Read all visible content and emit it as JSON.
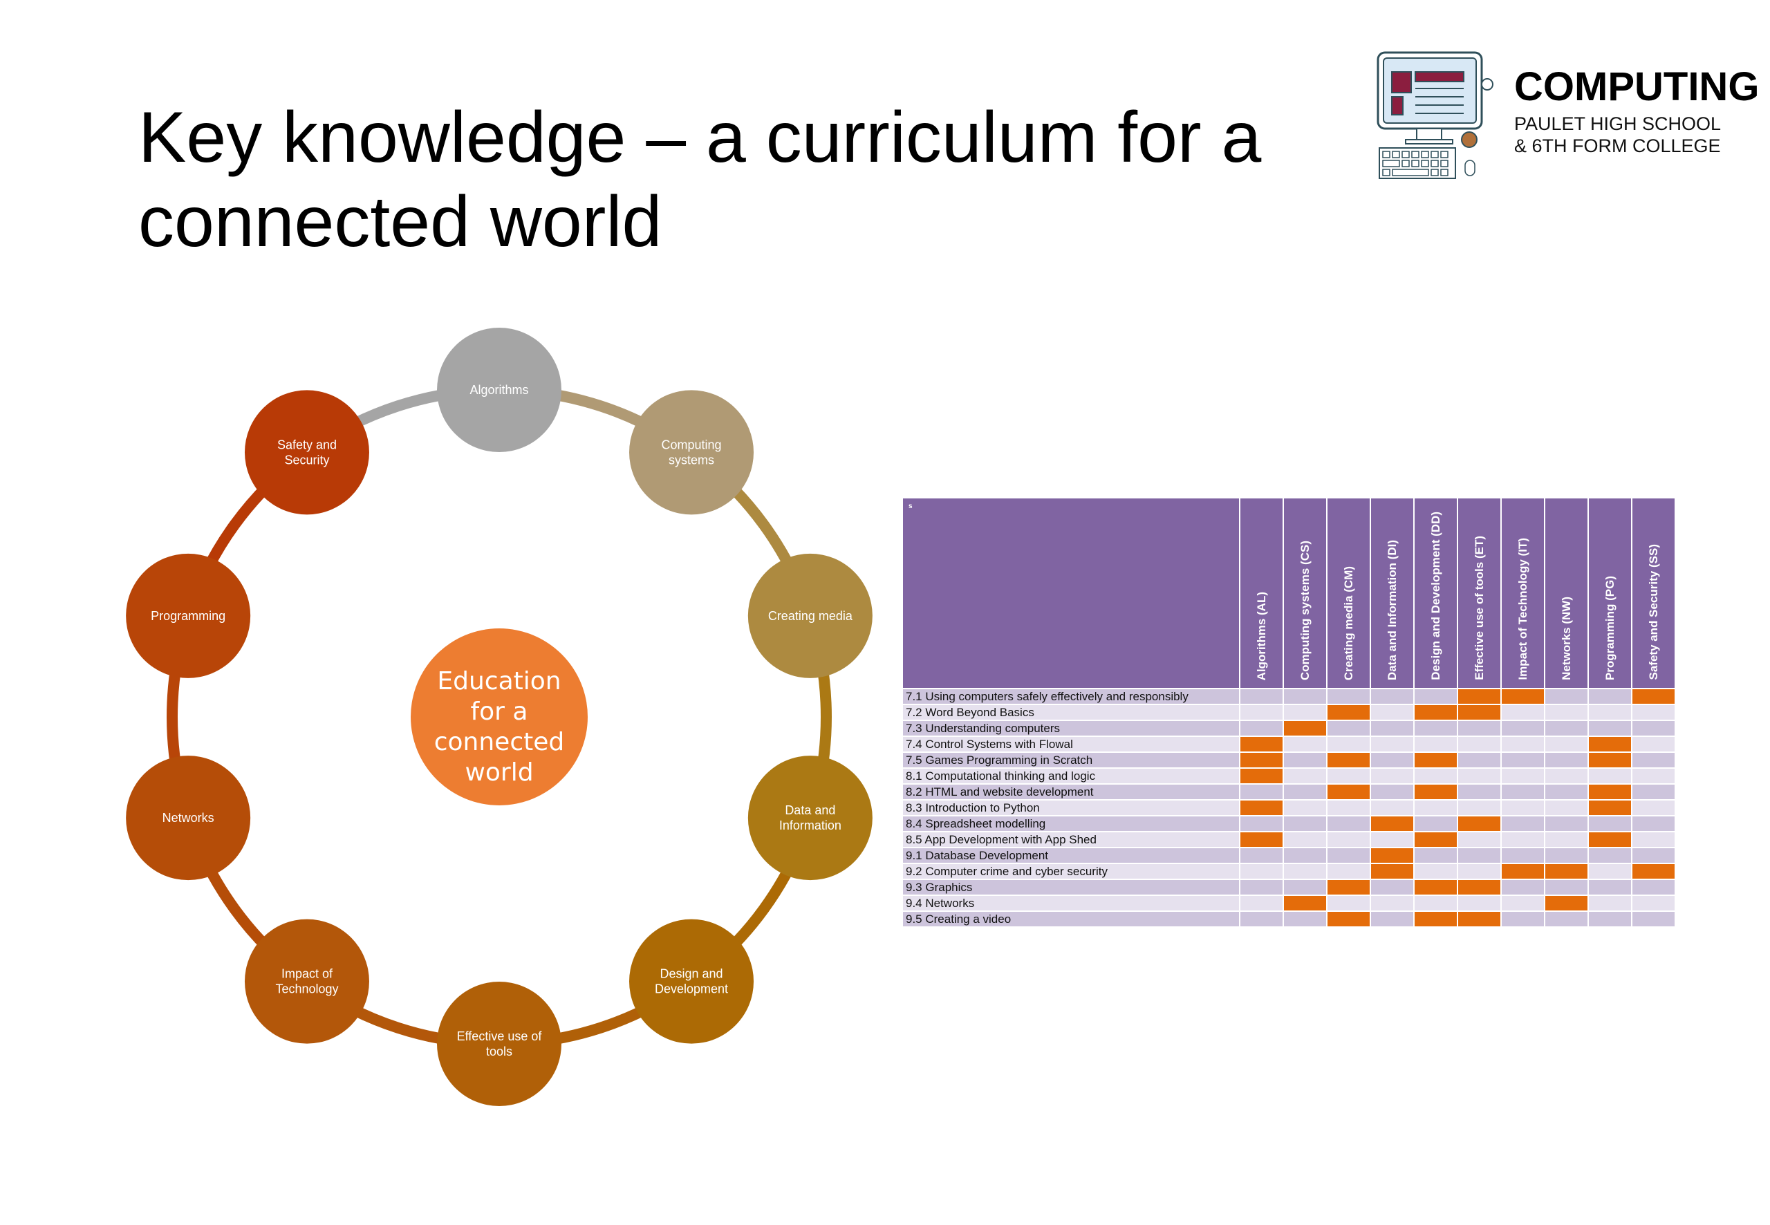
{
  "title": [
    "Key knowledge – a curriculum for a",
    "connected world"
  ],
  "logo": {
    "brand": "COMPUTING",
    "line1": "PAULET HIGH SCHOOL",
    "line2": "& 6TH FORM COLLEGE"
  },
  "diagram": {
    "center": [
      "Education",
      "for a",
      "connected",
      "world"
    ],
    "center_color": "#ed7d31",
    "nodes": [
      {
        "lines": [
          "Algorithms"
        ],
        "color": "#a5a5a5"
      },
      {
        "lines": [
          "Computing",
          "systems"
        ],
        "color": "#b09a74"
      },
      {
        "lines": [
          "Creating media"
        ],
        "color": "#ad8a40"
      },
      {
        "lines": [
          "Data and",
          "Information"
        ],
        "color": "#ab7914"
      },
      {
        "lines": [
          "Design and",
          "Development"
        ],
        "color": "#ac6a05"
      },
      {
        "lines": [
          "Effective use of",
          "tools"
        ],
        "color": "#b06008"
      },
      {
        "lines": [
          "Impact of",
          "Technology"
        ],
        "color": "#b3570a"
      },
      {
        "lines": [
          "Networks"
        ],
        "color": "#b54d08"
      },
      {
        "lines": [
          "Programming"
        ],
        "color": "#b84508"
      },
      {
        "lines": [
          "Safety and",
          "Security"
        ],
        "color": "#b83a06"
      }
    ]
  },
  "matrix": {
    "corner": "s",
    "columns": [
      "Algorithms (AL)",
      "Computing systems (CS)",
      "Creating media (CM)",
      "Data and Information (DI)",
      "Design and Development (DD)",
      "Effective use of tools (ET)",
      "Impact of Technology (IT)",
      "Networks (NW)",
      "Programming (PG)",
      "Safety and Security (SS)"
    ],
    "rows": [
      {
        "label": "7.1 Using computers safely effectively and responsibly",
        "marks": [
          0,
          0,
          0,
          0,
          0,
          1,
          1,
          0,
          0,
          1
        ]
      },
      {
        "label": "7.2 Word Beyond Basics",
        "marks": [
          0,
          0,
          1,
          0,
          1,
          1,
          0,
          0,
          0,
          0
        ]
      },
      {
        "label": "7.3 Understanding computers",
        "marks": [
          0,
          1,
          0,
          0,
          0,
          0,
          0,
          0,
          0,
          0
        ]
      },
      {
        "label": "7.4 Control Systems with Flowal",
        "marks": [
          1,
          0,
          0,
          0,
          0,
          0,
          0,
          0,
          1,
          0
        ]
      },
      {
        "label": "7.5 Games Programming in Scratch",
        "marks": [
          1,
          0,
          1,
          0,
          1,
          0,
          0,
          0,
          1,
          0
        ]
      },
      {
        "label": "8.1 Computational thinking and logic",
        "marks": [
          1,
          0,
          0,
          0,
          0,
          0,
          0,
          0,
          0,
          0
        ]
      },
      {
        "label": "8.2 HTML and website development",
        "marks": [
          0,
          0,
          1,
          0,
          1,
          0,
          0,
          0,
          1,
          0
        ]
      },
      {
        "label": "8.3 Introduction to Python",
        "marks": [
          1,
          0,
          0,
          0,
          0,
          0,
          0,
          0,
          1,
          0
        ]
      },
      {
        "label": "8.4 Spreadsheet modelling",
        "marks": [
          0,
          0,
          0,
          1,
          0,
          1,
          0,
          0,
          0,
          0
        ]
      },
      {
        "label": "8.5 App Development with App Shed",
        "marks": [
          1,
          0,
          0,
          0,
          1,
          0,
          0,
          0,
          1,
          0
        ]
      },
      {
        "label": "9.1 Database Development",
        "marks": [
          0,
          0,
          0,
          1,
          0,
          0,
          0,
          0,
          0,
          0
        ]
      },
      {
        "label": "9.2 Computer crime and cyber security",
        "marks": [
          0,
          0,
          0,
          1,
          0,
          0,
          1,
          1,
          0,
          1
        ]
      },
      {
        "label": "9.3 Graphics",
        "marks": [
          0,
          0,
          1,
          0,
          1,
          1,
          0,
          0,
          0,
          0
        ]
      },
      {
        "label": "9.4 Networks",
        "marks": [
          0,
          1,
          0,
          0,
          0,
          0,
          0,
          1,
          0,
          0
        ]
      },
      {
        "label": "9.5 Creating a video",
        "marks": [
          0,
          0,
          1,
          0,
          1,
          1,
          0,
          0,
          0,
          0
        ]
      }
    ],
    "mark_color": "#e46c0a"
  }
}
